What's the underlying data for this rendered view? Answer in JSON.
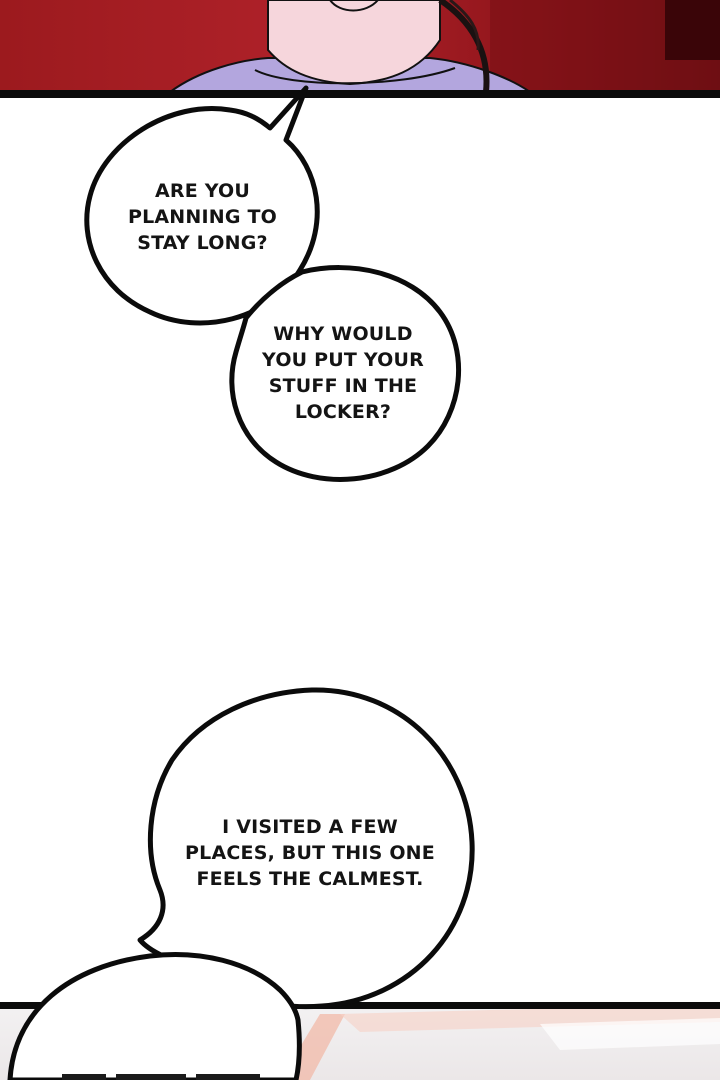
{
  "comic": {
    "bubbles": [
      {
        "text": "ARE YOU\nPLANNING TO\nSTAY LONG?"
      },
      {
        "text": "WHY WOULD\nYOU PUT YOUR\nSTUFF IN THE\nLOCKER?"
      },
      {
        "text": "I VISITED A FEW\nPLACES, BUT THIS ONE\nFEELS THE CALMEST."
      }
    ]
  },
  "colors": {
    "top_panel_red": "#a61e24",
    "ink": "#0b0b0b",
    "shirt_lavender": "#b3a6de",
    "skin": "#f6d6dc"
  }
}
